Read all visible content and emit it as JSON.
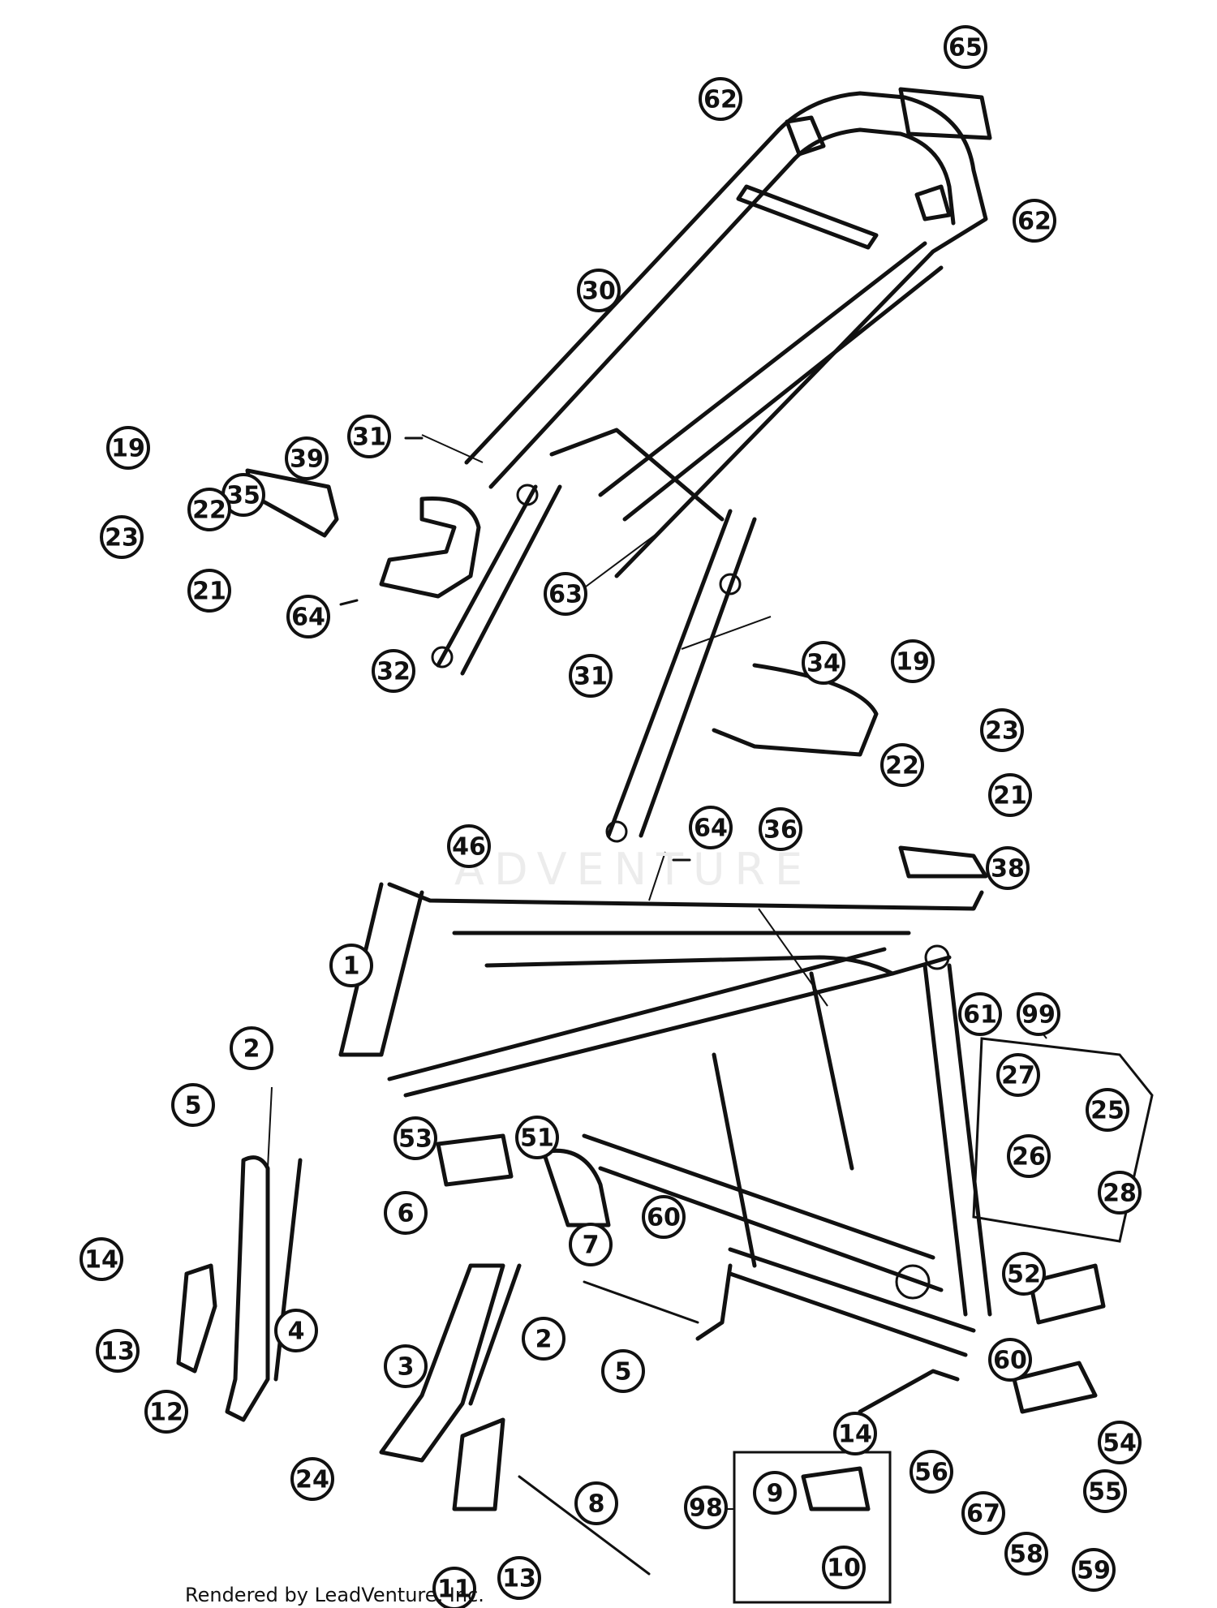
{
  "footer": "Rendered by LeadVenture, Inc.",
  "watermark": "ADVENTURE",
  "callouts": [
    "65",
    "62",
    "62",
    "30",
    "31",
    "19",
    "39",
    "35",
    "22",
    "23",
    "21",
    "64",
    "32",
    "63",
    "31",
    "34",
    "19",
    "23",
    "22",
    "21",
    "36",
    "64",
    "38",
    "46",
    "1",
    "61",
    "99",
    "27",
    "25",
    "26",
    "28",
    "2",
    "5",
    "6",
    "53",
    "51",
    "60",
    "7",
    "14",
    "4",
    "13",
    "12",
    "3",
    "2",
    "5",
    "52",
    "60",
    "14",
    "54",
    "24",
    "56",
    "55",
    "67",
    "9",
    "98",
    "8",
    "10",
    "58",
    "59",
    "11",
    "13"
  ]
}
